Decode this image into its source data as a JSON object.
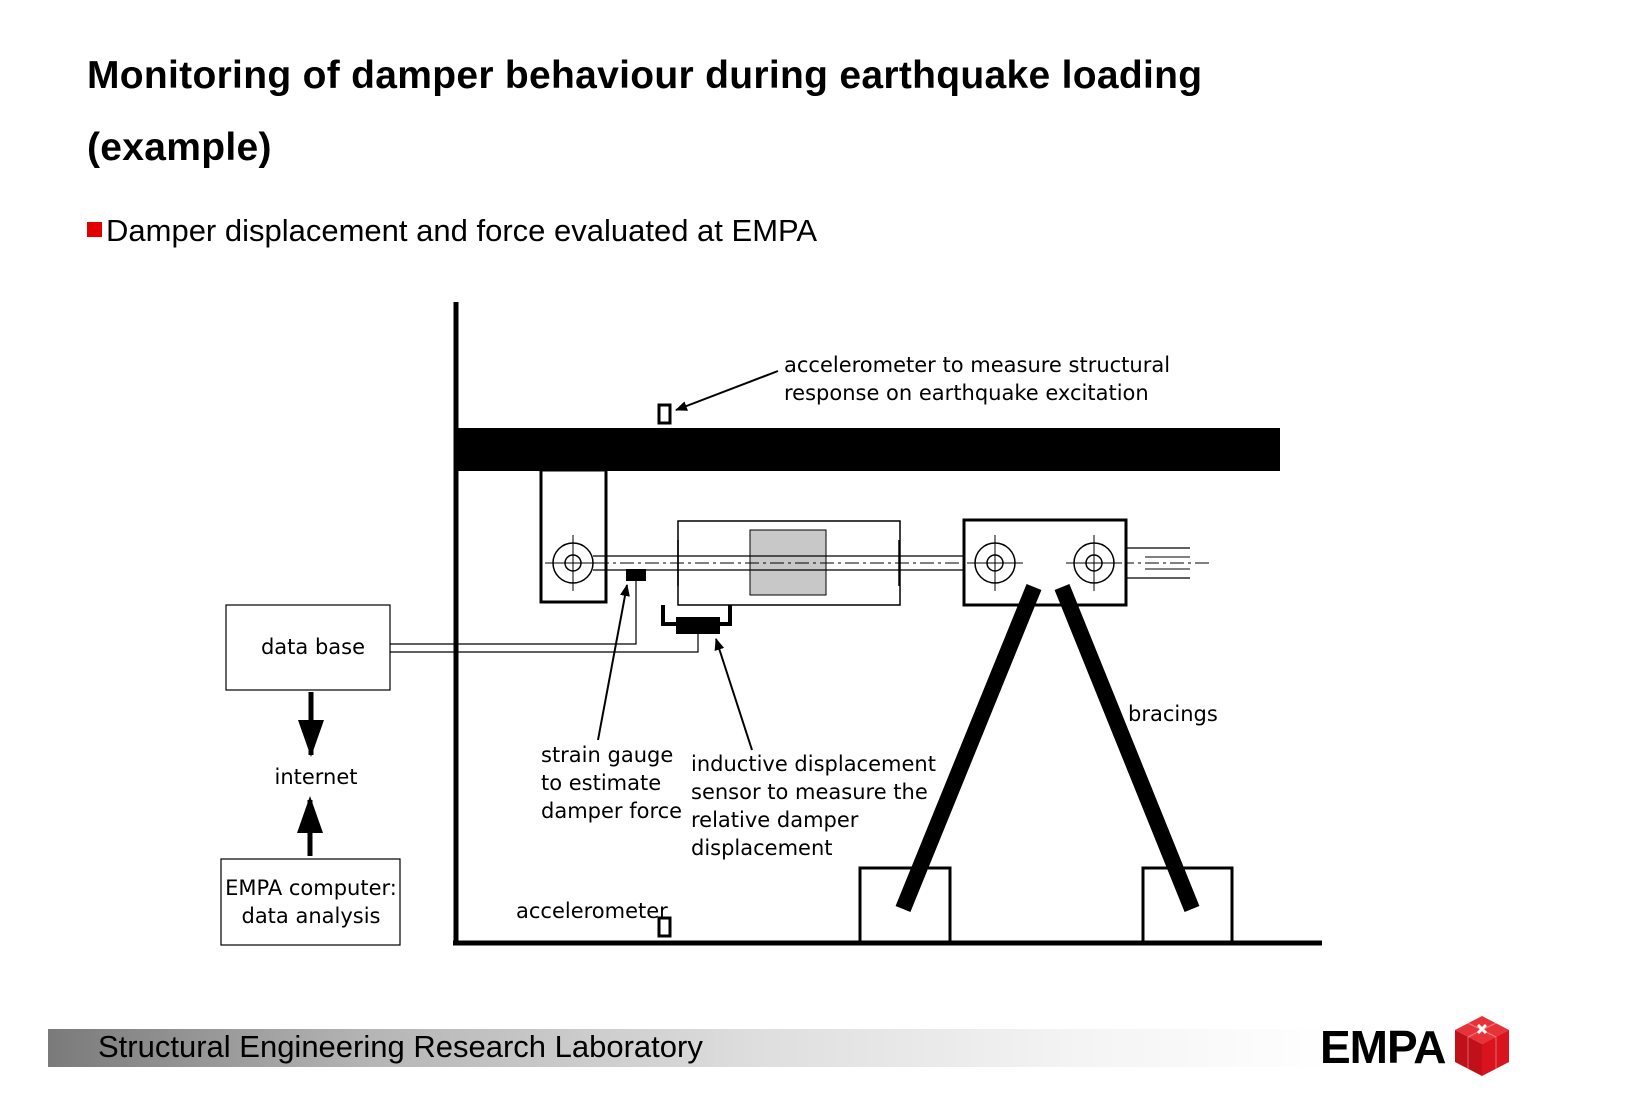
{
  "slide": {
    "title_line1": "Monitoring of damper behaviour during earthquake loading",
    "title_line2": "(example)",
    "bullet": "Damper displacement and force evaluated at EMPA"
  },
  "diagram": {
    "accel_top_line1": "accelerometer to measure structural",
    "accel_top_line2": "response on earthquake excitation",
    "data_base": "data base",
    "internet": "internet",
    "empa_computer_line1": "EMPA computer:",
    "empa_computer_line2": "data analysis",
    "strain_line1": "strain gauge",
    "strain_line2": "to estimate",
    "strain_line3": "damper force",
    "inductive_line1": "inductive displacement",
    "inductive_line2": "sensor to measure the",
    "inductive_line3": "relative damper",
    "inductive_line4": "displacement",
    "bracings": "bracings",
    "accel_bottom": "accelerometer"
  },
  "footer": {
    "lab_name": "Structural Engineering Research Laboratory",
    "logo_text": "EMPA",
    "logo_icon": "empa-cube-icon"
  },
  "colors": {
    "bullet_red": "#e00000",
    "logo_red": "#d9141e",
    "damper_gray": "#c8c8c8"
  }
}
